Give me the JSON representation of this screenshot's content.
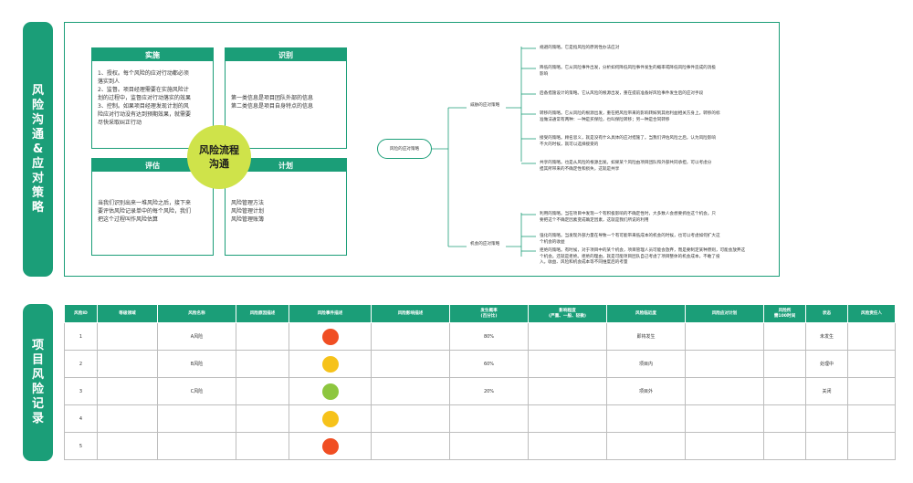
{
  "side_labels": {
    "top": [
      "风",
      "险",
      "沟",
      "通",
      "&",
      "应",
      "对",
      "策",
      "略"
    ],
    "bottom": [
      "项",
      "目",
      "风",
      "险",
      "记",
      "录"
    ]
  },
  "quadrants": {
    "implement": {
      "title": "实施",
      "lines": [
        "1、授权。每个风险的应对行动都必须",
        "落实到人",
        "2、监督。项目经理需要在实施风险计",
        "划的过程中，监督应对行动落实的效果",
        "3、控制。如果项目经理发现计划的风",
        "险应对行动没有达到预期效果，就需要",
        "尽快采取纠正行动"
      ]
    },
    "identify": {
      "title": "识别",
      "lines": [
        "第一类信息是项目团队外部的信息",
        "第二类信息是项目自身特点的信息"
      ]
    },
    "assess": {
      "title": "评估",
      "lines": [
        "当我们识别出来一堆风险之后，接下来",
        "要评估风险记录单中的每个风险，我们",
        "把这个过程叫作风险估算"
      ]
    },
    "plan": {
      "title": "计划",
      "lines": [
        "风险管理方法",
        "风险管理计划",
        "风险管理账簿"
      ]
    },
    "center": [
      "风险流程",
      "沟通"
    ]
  },
  "mindmap": {
    "root": "风险的应对策略",
    "threat_branch": "威胁的应对策略",
    "opportunity_branch": "机会的应对策略",
    "threat_items": [
      [
        "规避的策略。它是指风险的原则性办法应对"
      ],
      [
        "降低的策略。它从风险事件出发，分析如何降低风险事件发生的概率或降低风险事件造成的消极",
        "影响"
      ],
      [
        "后备措施设计的策略。它从风险的根源出发，重在提前准备好风险事件发生后的应对手段"
      ],
      [
        "转移的策略。它从风险的根源出发，重在把风险带来的影响转嫁到其他利益相关方身上。转移的标",
        "准做法通常有两种：一种是买保险，也叫保险转移；另一种是合同转移"
      ],
      [
        "接受的策略。顾名思义，就是没有什么具体的应对措施了。当我们评估风险之后，认为风险影响",
        "不大的时候，就可以选择接受的"
      ],
      [
        "共享的策略。也是从风险的根源出发。如果某个风险由项目团队和外部共同承担，可以考虑分",
        "担其所带来的不确定性和损失，这就是共享"
      ]
    ],
    "opportunity_items": [
      [
        "利用的策略。当在项目中发现一个有积极影响的不确定性时，大多数人会想要抓住这个机会。只",
        "要把这个不确定因素变成确定因素，这就是我们所说的利用"
      ],
      [
        "强化的策略。当发现外部力量在导致一个有可能带来低成本的机会的时候，也可以考虑如何扩大这",
        "个机会的收益"
      ],
      [
        "拒绝的策略。有时候，对于项目中的某个机会，项目管理人员可能会放弃，而是要制定某种原则，可能会放弃这",
        "个机会。还就是拒绝。拒绝的理由，就是可能项目团队自己考虑了项目整体的机会成本，不敢了投",
        "入。收益、风险和机会成本等不同维度后的考量"
      ]
    ]
  },
  "table": {
    "headers": [
      "风险ID",
      "等级领域",
      "风险名称",
      "风险原因描述",
      "风险事件描述",
      "风险影响描述",
      "发生概率\n(百分比)",
      "影响程度\n(严重、一般、轻微)",
      "风险临近度",
      "风险应对计划",
      "风险所\n需100时间",
      "状态",
      "风险责任人"
    ],
    "rows": [
      {
        "id": "1",
        "name": "A风险",
        "color": "#f04e23",
        "probability": "80%",
        "proximity": "即将发生",
        "status": "未发生"
      },
      {
        "id": "2",
        "name": "B风险",
        "color": "#f6c21a",
        "probability": "60%",
        "proximity": "项目内",
        "status": "处理中"
      },
      {
        "id": "3",
        "name": "C风险",
        "color": "#8dc63f",
        "probability": "20%",
        "proximity": "项目外",
        "status": "关闭"
      },
      {
        "id": "4",
        "name": "",
        "color": "#f6c21a",
        "probability": "",
        "proximity": "",
        "status": ""
      },
      {
        "id": "5",
        "name": "",
        "color": "#f04e23",
        "probability": "",
        "proximity": "",
        "status": ""
      }
    ]
  },
  "colors": {
    "accent": "#1b9e78",
    "circle": "#cfe34a"
  }
}
